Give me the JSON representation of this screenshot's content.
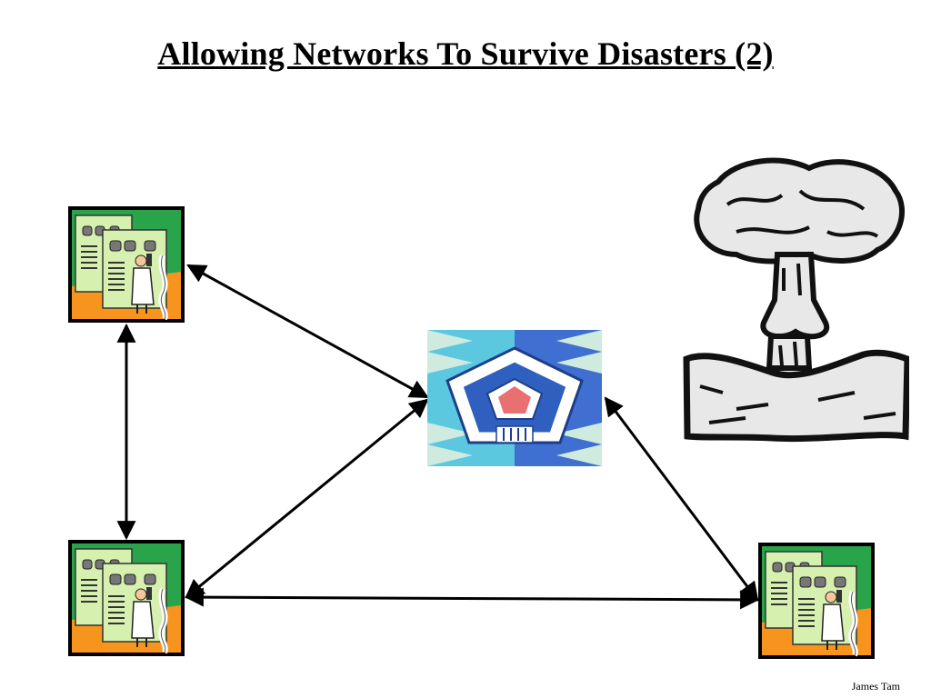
{
  "slide": {
    "title": "Allowing Networks To Survive Disasters (2)",
    "author": "James Tam"
  },
  "diagram": {
    "nodes": [
      {
        "id": "computer-top-left",
        "icon": "mainframe-computer-operator-icon"
      },
      {
        "id": "computer-bottom-left",
        "icon": "mainframe-computer-operator-icon"
      },
      {
        "id": "computer-bottom-right",
        "icon": "mainframe-computer-operator-icon"
      },
      {
        "id": "pentagon",
        "icon": "pentagon-building-icon"
      },
      {
        "id": "mushroom-cloud",
        "icon": "nuclear-explosion-icon"
      }
    ],
    "links": [
      {
        "from": "computer-top-left",
        "to": "pentagon",
        "style": "bidirectional"
      },
      {
        "from": "computer-top-left",
        "to": "computer-bottom-left",
        "style": "bidirectional"
      },
      {
        "from": "computer-bottom-left",
        "to": "pentagon",
        "style": "bidirectional"
      },
      {
        "from": "computer-bottom-left",
        "to": "computer-bottom-right",
        "style": "bidirectional"
      },
      {
        "from": "computer-bottom-right",
        "to": "pentagon",
        "style": "bidirectional"
      }
    ],
    "colors": {
      "panel_green": "#2aa44a",
      "floor_orange": "#f7941d",
      "machine_green": "#d6f0b0",
      "pentagon_blue": "#3f6fd0",
      "pentagon_cyan": "#5cc8e0",
      "pentagon_roof": "#e87070",
      "arrow": "#000000"
    }
  }
}
